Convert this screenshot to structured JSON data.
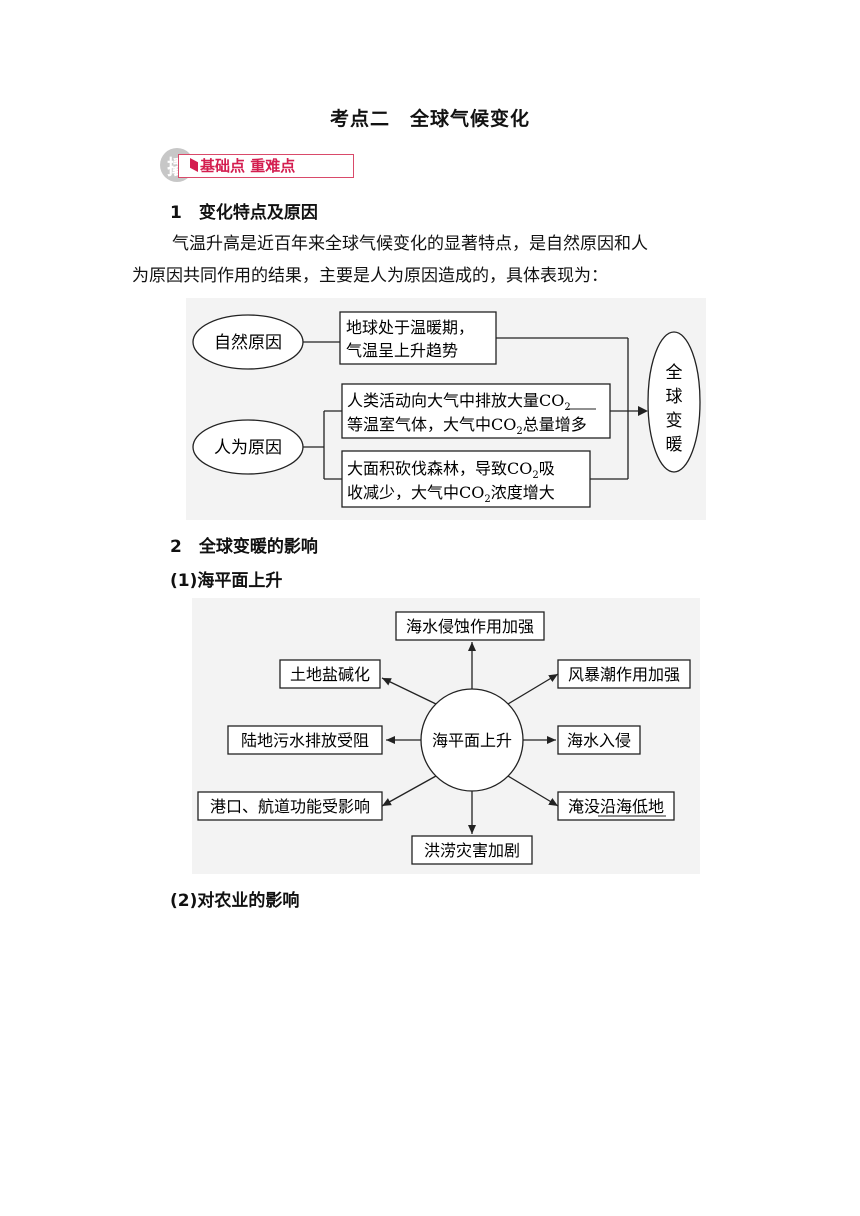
{
  "title": "考点二　全球气候变化",
  "badge": {
    "label": "基础点 重难点"
  },
  "section1": {
    "heading": "1　变化特点及原因",
    "paragraph_line1": "气温升高是近百年来全球气候变化的显著特点，是自然原因和人",
    "paragraph_line2": "为原因共同作用的结果，主要是人为原因造成的，具体表现为："
  },
  "diagram1": {
    "natural_cause": "自然原因",
    "human_cause": "人为原因",
    "natural_box": [
      "地球处于温暖期，",
      "气温呈上升趋势"
    ],
    "human_box1_line1": "人类活动向大气中排放大量CO",
    "human_box1_line2a": "等温室气体，大气中CO",
    "human_box1_line2b": "总量增多",
    "human_box2_line1a": "大面积砍伐森林，导致CO",
    "human_box2_line1b": "吸",
    "human_box2_line2a": "收减少，大气中CO",
    "human_box2_line2b": "浓度增大",
    "subscript": "2",
    "result": [
      "全",
      "球",
      "变",
      "暖"
    ]
  },
  "section2": {
    "heading": "2　全球变暖的影响",
    "sub1": "(1)海平面上升",
    "sub2": "(2)对农业的影响"
  },
  "diagram2": {
    "center": "海平面上升",
    "top": "海水侵蚀作用加强",
    "upper_left": "土地盐碱化",
    "upper_right": "风暴潮作用加强",
    "left": "陆地污水排放受阻",
    "right": "海水入侵",
    "lower_left": "港口、航道功能受影响",
    "lower_right": "淹没沿海低地",
    "bottom": "洪涝灾害加剧"
  }
}
